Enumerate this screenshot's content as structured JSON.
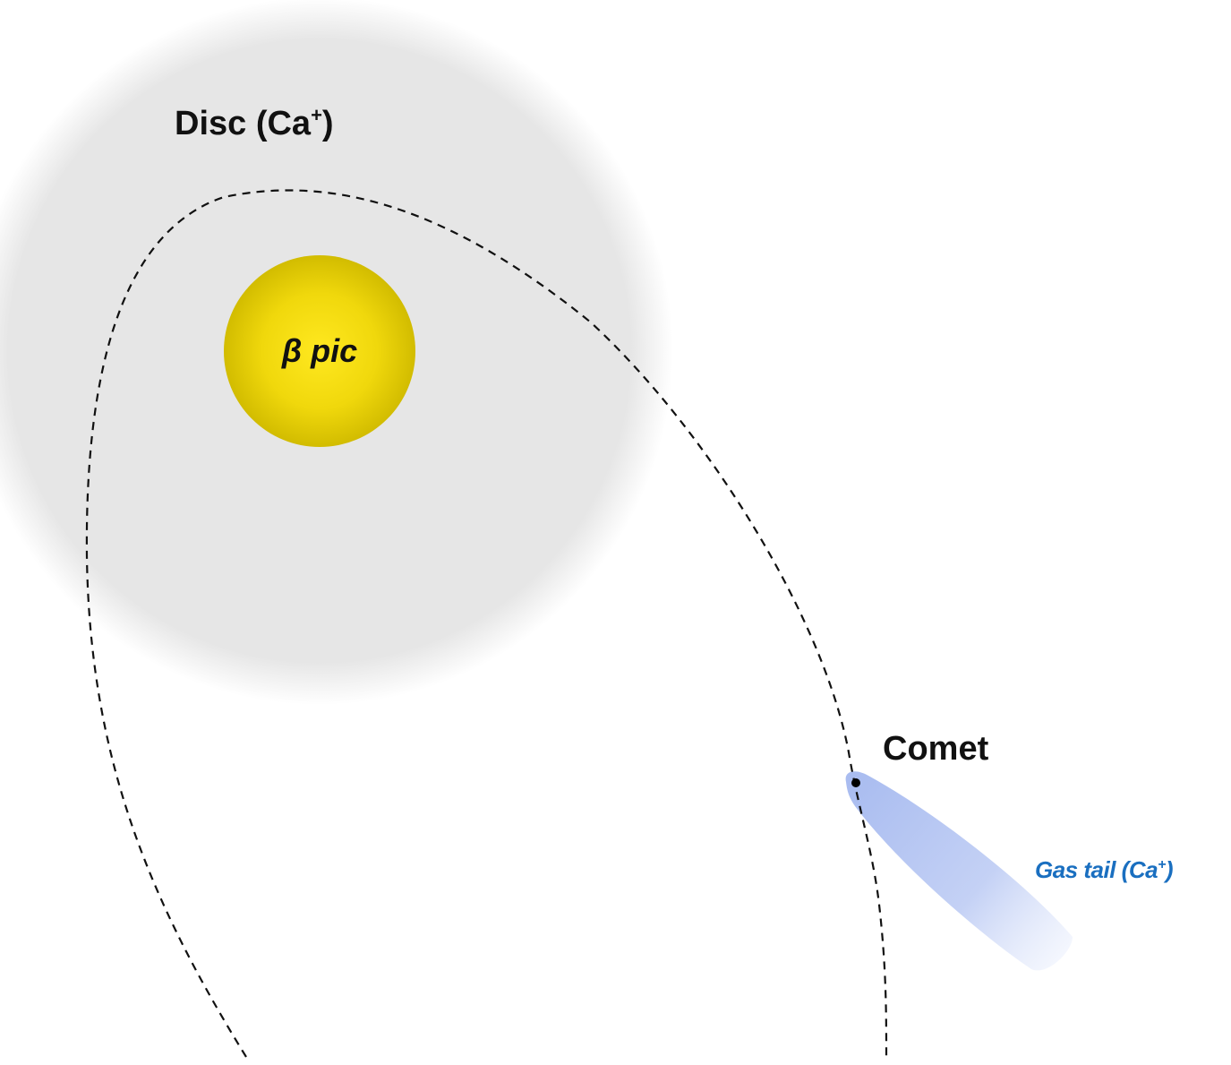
{
  "labels": {
    "disc": "Disc (Ca",
    "disc_superscript": "+",
    "disc_close": ")",
    "star": "β pic",
    "comet": "Comet",
    "gas_tail": "Gas tail (Ca",
    "gas_tail_superscript": "+",
    "gas_tail_close": ")"
  },
  "colors": {
    "disc": "#e6e6e6",
    "star_center": "#ffe51a",
    "star_edge": "#d4bf00",
    "orbit": "#111111",
    "comet_nucleus": "#000000",
    "gas_tail": "#aabdf0",
    "gas_tail_label": "#1a6fc0"
  }
}
